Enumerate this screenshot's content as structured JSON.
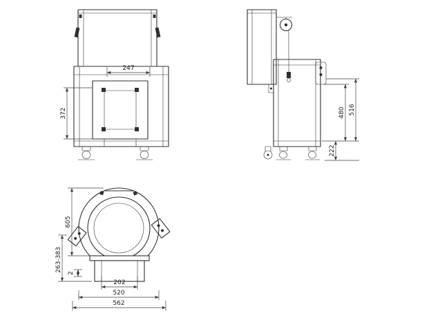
{
  "colors": {
    "bg": "#ffffff",
    "line": "#2f2f2f",
    "dim": "#3f3f3f",
    "text": "#1a1a1a"
  },
  "views": {
    "front": {
      "dims": {
        "width_top": "247",
        "height_left": "372"
      }
    },
    "side": {
      "dims": {
        "height_inner": "480",
        "height_outer": "516",
        "base_height": "222"
      }
    },
    "ring": {
      "dims": {
        "overall_height": "605",
        "height_range": "263-383",
        "gap": "2",
        "pedestal_width": "202",
        "ring_width": "520",
        "overall_width": "562"
      }
    }
  }
}
